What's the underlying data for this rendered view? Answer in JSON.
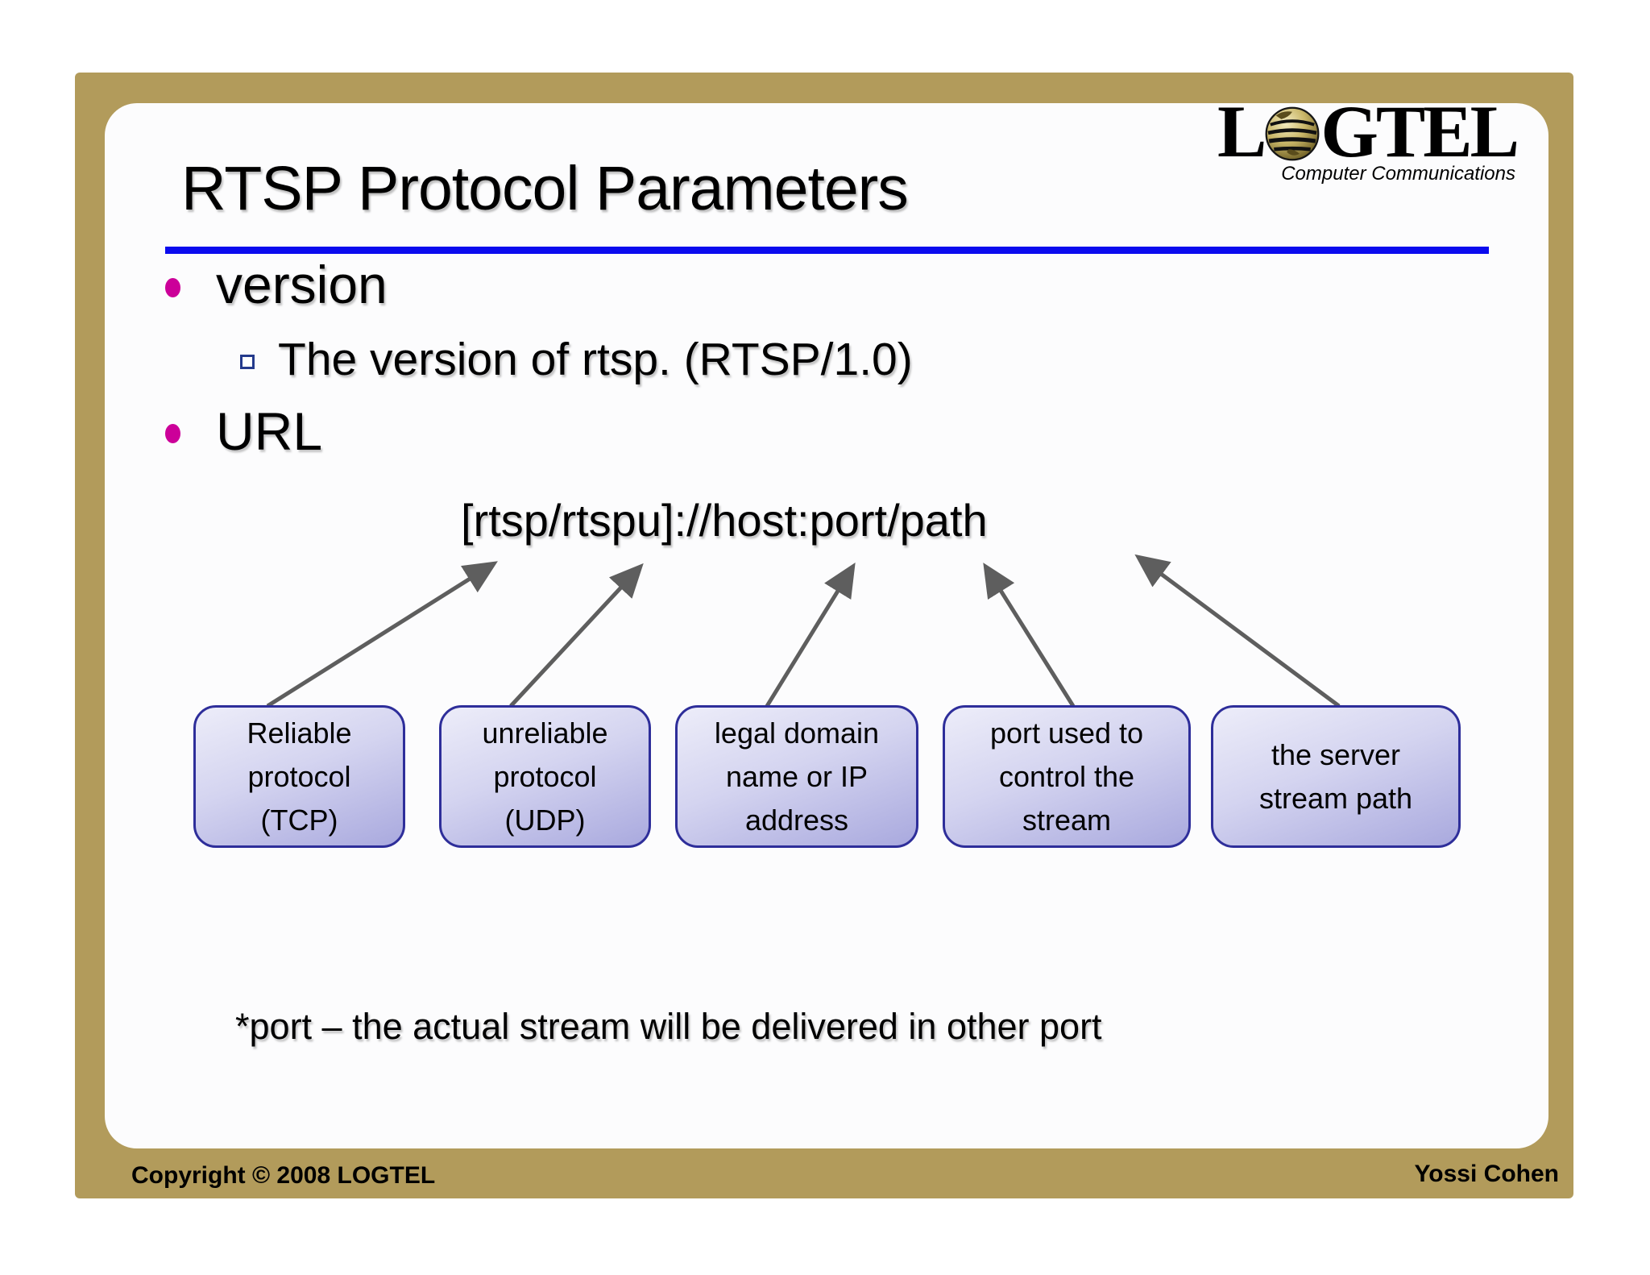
{
  "title": "RTSP Protocol Parameters",
  "logo": {
    "letters_left": "L",
    "letters_right": "GTEL",
    "tagline": "Computer Communications"
  },
  "bullets": {
    "version_label": "version",
    "version_sub": "The version of rtsp. (RTSP/1.0)",
    "url_label": "URL"
  },
  "url_format": "[rtsp/rtspu]://host:port/path",
  "boxes": [
    {
      "label": "Reliable\nprotocol\n(TCP)"
    },
    {
      "label": "unreliable\nprotocol\n(UDP)"
    },
    {
      "label": "legal domain\nname or IP\naddress"
    },
    {
      "label": "port used to\ncontrol the\nstream"
    },
    {
      "label": "the server\nstream path"
    }
  ],
  "note": "*port – the actual stream will be delivered in other port",
  "footer": {
    "copyright": "Copyright © 2008 LOGTEL",
    "author": "Yossi Cohen"
  },
  "colors": {
    "frame_gold": "#B29B5B",
    "rule_blue": "#0B0BEE",
    "bullet_magenta": "#CC0099",
    "box_border": "#2E2E9A",
    "box_fill_light": "#EDEDF9",
    "box_fill_dark": "#A9A9DE",
    "arrow_gray": "#5E5E5E"
  }
}
